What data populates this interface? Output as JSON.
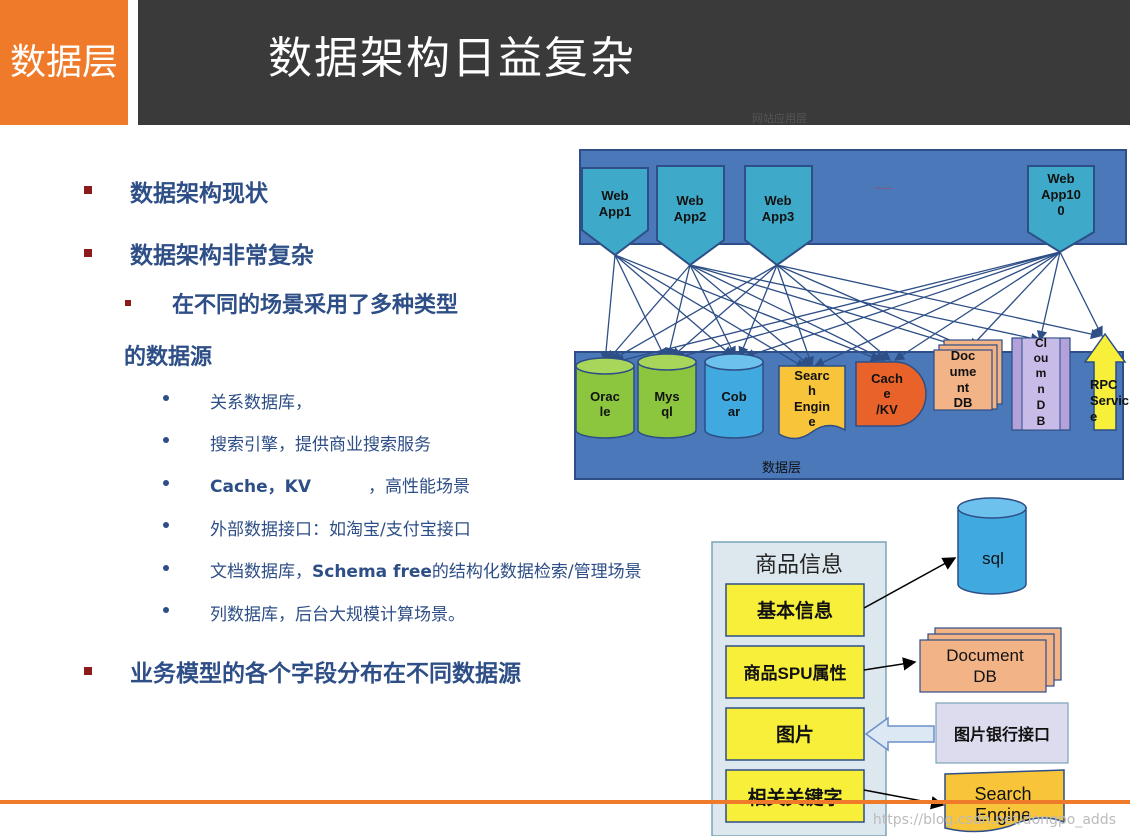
{
  "header": {
    "tag": "数据层",
    "title": "数据架构日益复杂"
  },
  "bullets": {
    "b1": "数据架构现状",
    "b2": "数据架构非常复杂",
    "b3_line1": "在不同的场景采用了多种类型",
    "b3_line2": "的数据源",
    "b4": "关系数据库，",
    "b5": "搜索引擎，提供商业搜索服务",
    "b6_a": "Cache，KV",
    "b6_b": "，高性能场景",
    "b7": "外部数据接口：如淘宝/支付宝接口",
    "b8_a": "文档数据库，",
    "b8_b": "Schema free",
    "b8_c": "的结构化数据检索/管理场景",
    "b9": "列数据库，后台大规模计算场景。",
    "b10": "业务模型的各个字段分布在不同数据源"
  },
  "arch": {
    "top_label": "网站应用层",
    "dots": "......",
    "bottom_label": "数据层",
    "apps": [
      {
        "l1": "Web",
        "l2": "App1"
      },
      {
        "l1": "Web",
        "l2": "App2"
      },
      {
        "l1": "Web",
        "l2": "App3"
      },
      {
        "l1": "Web",
        "l2": "App10",
        "l3": "0"
      }
    ],
    "stores": {
      "oracle": [
        "Orac",
        "le"
      ],
      "mysql": [
        "Mys",
        "ql"
      ],
      "cobar": [
        "Cob",
        "ar"
      ],
      "search": [
        "Searc",
        "h",
        "Engin",
        "e"
      ],
      "cache": [
        "Cach",
        "e",
        "/KV"
      ],
      "docdb": [
        "Doc",
        "ume",
        "nt",
        "DB"
      ],
      "column": [
        "Cl",
        "ou",
        "m",
        "n",
        "D",
        "B"
      ],
      "rpc": [
        "RPC",
        "Servic",
        "e"
      ]
    }
  },
  "product": {
    "title": "商品信息",
    "fields": [
      "基本信息",
      "商品SPU属性",
      "图片",
      "相关关键字"
    ],
    "sql": "sql",
    "docdb": [
      "Document",
      "DB"
    ],
    "imgapi": "图片银行接口",
    "search": [
      "Search",
      "Engine"
    ]
  },
  "watermark": "https://blog.csdn.net/dongpo_adds",
  "colors": {
    "orange": "#ef7b2a",
    "header_bg": "#3a3a3a",
    "text_blue": "#2d4e86",
    "arch_blue": "#4a78b8",
    "app_teal": "#3fa9c9",
    "green": "#8cc63f",
    "yellow": "#f5e642"
  }
}
